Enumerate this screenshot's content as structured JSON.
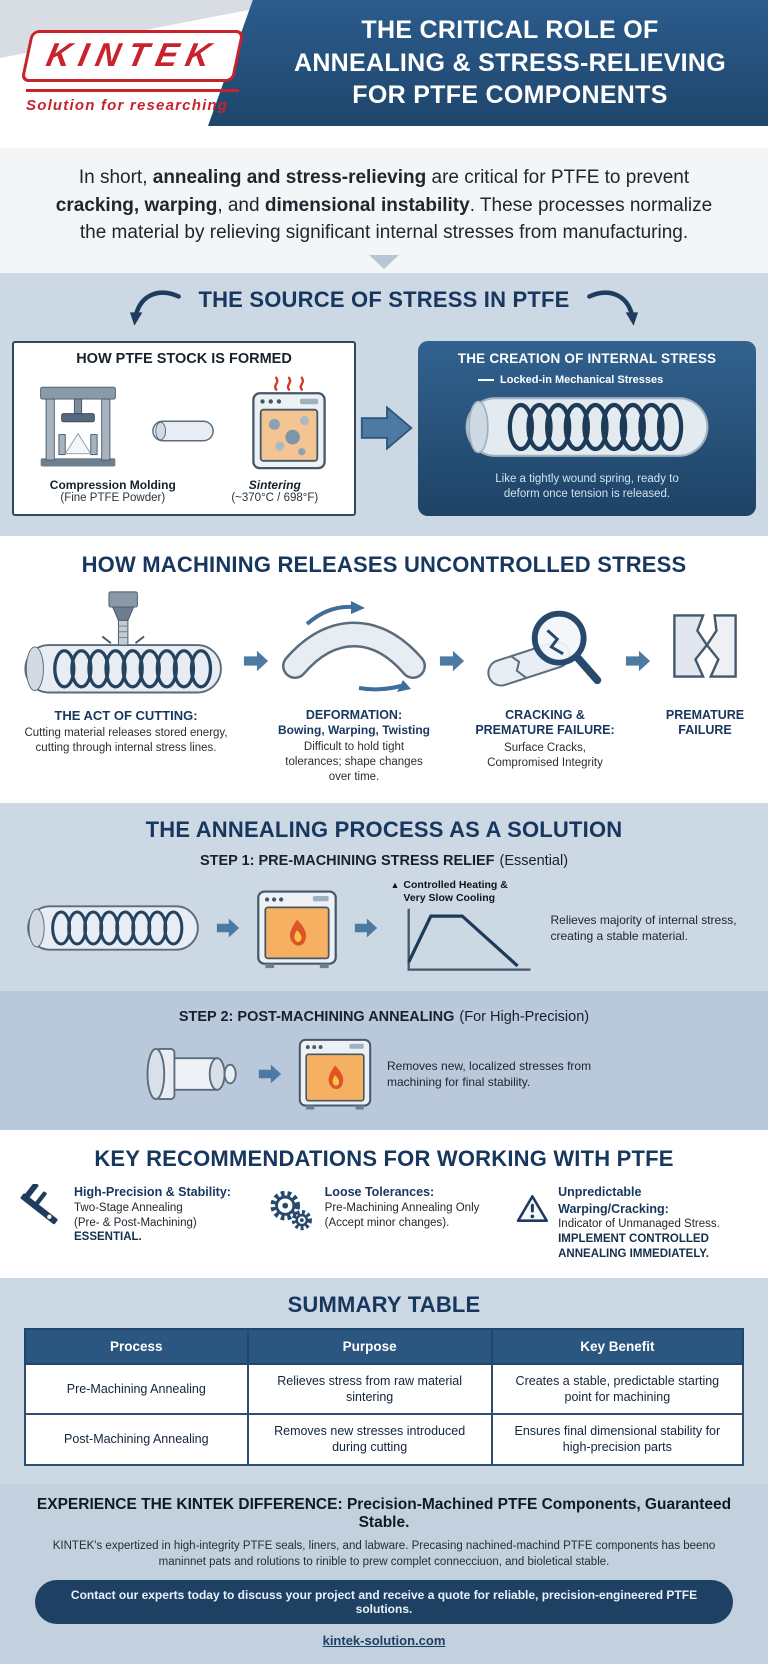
{
  "colors": {
    "brand_red": "#c8232c",
    "banner_blue": "#255380",
    "navy": "#17375e",
    "section_bg": "#ccd8e4",
    "steel": "#4d7aa3"
  },
  "header": {
    "logo_text": "KINTEK",
    "tagline": "Solution for researching",
    "title_line1": "THE CRITICAL ROLE OF",
    "title_line2": "ANNEALING & STRESS-RELIEVING",
    "title_line3": "FOR PTFE COMPONENTS"
  },
  "intro": {
    "p1": "In short, ",
    "b1": "annealing and stress-relieving",
    "p2": " are critical for PTFE to prevent ",
    "b2": "cracking, warping",
    "p3": ", and ",
    "b3": "dimensional instability",
    "p4": ". These processes normalize the material by relieving significant internal stresses from manufacturing."
  },
  "source_section": {
    "title": "THE SOURCE OF STRESS IN PTFE",
    "left_box": {
      "title": "HOW PTFE STOCK IS FORMED",
      "label1_bold": "Compression Molding",
      "label1_sub": "(Fine PTFE Powder)",
      "label2_bold": "Sintering",
      "label2_sub": "(~370°C / 698°F)"
    },
    "right_box": {
      "title": "THE CREATION OF INTERNAL STRESS",
      "annotation": "Locked-in Mechanical Stresses",
      "caption_line1": "Like a tightly wound spring, ready to",
      "caption_line2": "deform once tension is released."
    }
  },
  "machining_section": {
    "title": "HOW MACHINING RELEASES UNCONTROLLED STRESS",
    "steps": [
      {
        "heading": "THE ACT OF CUTTING:",
        "body": "Cutting material releases stored energy, cutting through internal stress lines."
      },
      {
        "heading": "DEFORMATION:",
        "subheading": "Bowing, Warping, Twisting",
        "body": "Difficult to hold tight tolerances; shape changes over time."
      },
      {
        "heading": "CRACKING & PREMATURE FAILURE:",
        "body": "Surface Cracks, Compromised Integrity"
      },
      {
        "heading": "PREMATURE FAILURE"
      }
    ]
  },
  "annealing_section": {
    "title": "THE ANNEALING PROCESS AS A SOLUTION",
    "step1": {
      "heading_bold": "STEP 1: PRE-MACHINING STRESS RELIEF",
      "heading_normal": "(Essential)",
      "chart_label_marker": "▲",
      "chart_label_line1": "Controlled Heating &",
      "chart_label_line2": "Very Slow Cooling",
      "result": "Relieves majority of internal stress, creating a stable material."
    },
    "step2": {
      "heading_bold": "STEP 2: POST-MACHINING ANNEALING",
      "heading_normal": "(For High-Precision)",
      "result": "Removes new, localized stresses from machining for final stability."
    }
  },
  "recommendations": {
    "title": "KEY RECOMMENDATIONS FOR WORKING WITH PTFE",
    "items": [
      {
        "heading": "High-Precision & Stability:",
        "line1": "Two-Stage Annealing",
        "line2": "(Pre- & Post-Machining)",
        "emphasis": "ESSENTIAL."
      },
      {
        "heading": "Loose Tolerances:",
        "line1": "Pre-Machining Annealing Only",
        "line2": "(Accept minor changes)."
      },
      {
        "heading": "Unpredictable Warping/Cracking:",
        "line1": "Indicator of Unmanaged Stress.",
        "emphasis": "IMPLEMENT CONTROLLED ANNEALING IMMEDIATELY."
      }
    ]
  },
  "summary_table": {
    "title": "SUMMARY TABLE",
    "headers": [
      "Process",
      "Purpose",
      "Key Benefit"
    ],
    "rows": [
      [
        "Pre-Machining Annealing",
        "Relieves stress from raw material sintering",
        "Creates a stable, predictable starting point for machining"
      ],
      [
        "Post-Machining Annealing",
        "Removes new stresses introduced during cutting",
        "Ensures final dimensional stability for high-precision parts"
      ]
    ]
  },
  "footer": {
    "headline_bold": "EXPERIENCE THE KINTEK DIFFERENCE:",
    "headline_rest": " Precision-Machined PTFE Components, Guaranteed Stable.",
    "body_line1": "KINTEK's expertized in high-integrity PTFE seals, liners, and labware. Precasing nachined-machind PTFE components has beeno",
    "body_line2": "maninnet pats and rolutions to rinible to prew complet connecciuon, and bioletical stable.",
    "cta": "Contact our experts today to discuss your project and receive a quote for reliable, precision-engineered PTFE solutions.",
    "link": "kintek-solution.com"
  }
}
